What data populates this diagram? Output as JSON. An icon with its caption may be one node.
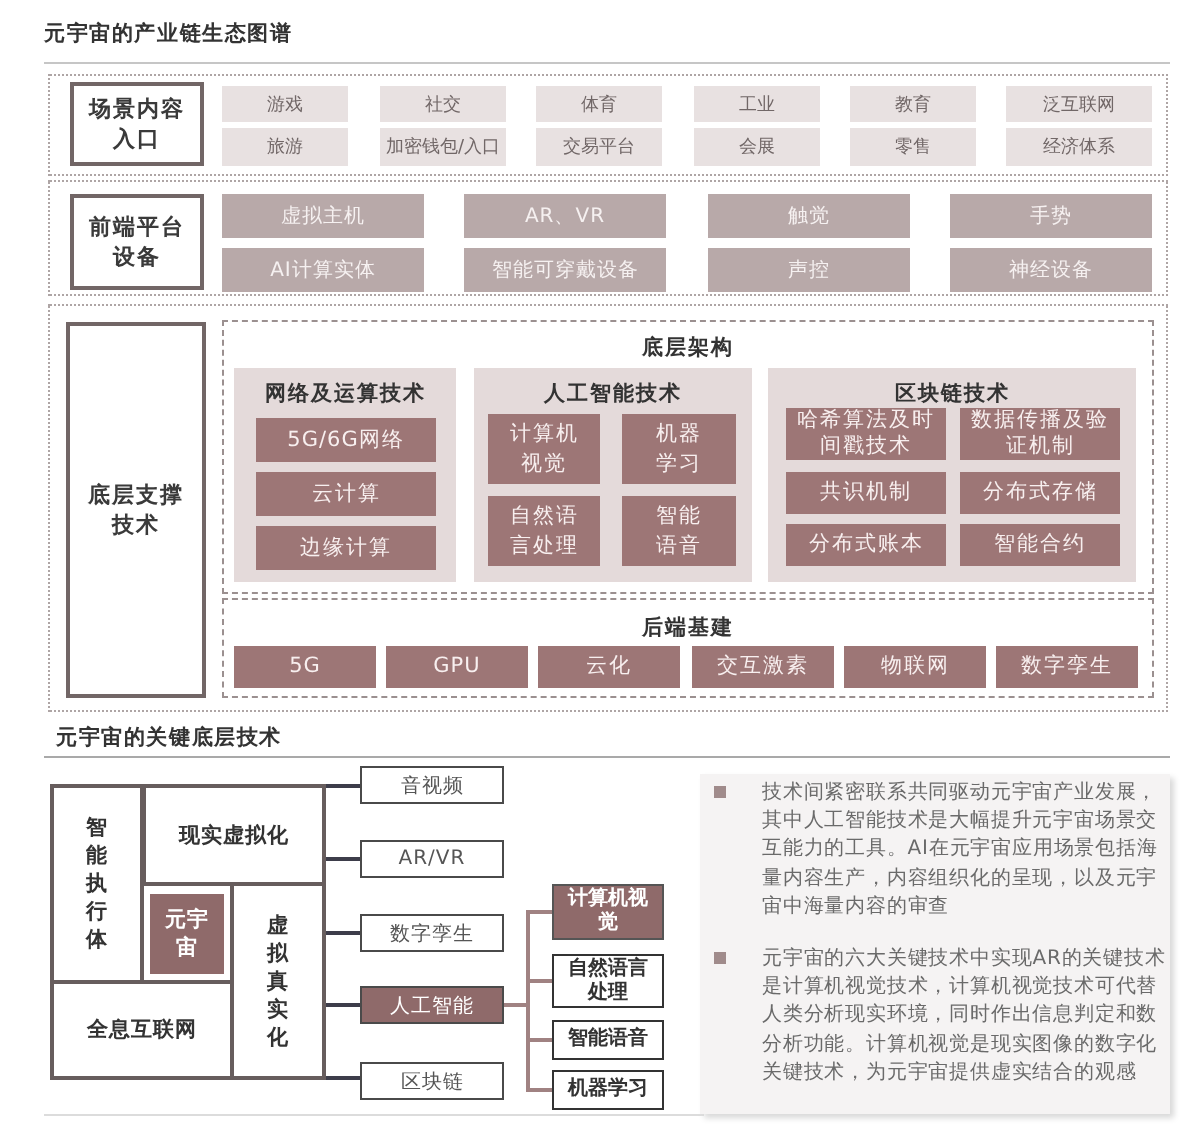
{
  "diagram": {
    "title": "元宇宙的产业链生态图谱",
    "nodes": [
      {
        "text": [
          "场景内容入口"
        ]
      },
      {
        "text": [
          "游戏"
        ]
      },
      {
        "text": [
          "社交"
        ]
      },
      {
        "text": [
          "体育"
        ]
      },
      {
        "text": [
          "工业"
        ]
      },
      {
        "text": [
          "教育"
        ]
      },
      {
        "text": [
          "泛互联网"
        ]
      },
      {
        "text": [
          "旅游"
        ]
      },
      {
        "text": [
          "加密钱包/入口"
        ]
      },
      {
        "text": [
          "交易平台"
        ]
      },
      {
        "text": [
          "会展"
        ]
      },
      {
        "text": [
          "零售"
        ]
      },
      {
        "text": [
          "经济体系"
        ]
      },
      {
        "text": [
          "前端平台设备"
        ]
      },
      {
        "text": [
          "虚拟主机"
        ]
      },
      {
        "text": [
          "AR、VR"
        ]
      },
      {
        "text": [
          "触觉"
        ]
      },
      {
        "text": [
          "手势"
        ]
      },
      {
        "text": [
          "AI计算实体"
        ]
      },
      {
        "text": [
          "智能可穿戴设备"
        ]
      },
      {
        "text": [
          "声控"
        ]
      },
      {
        "text": [
          "神经设备"
        ]
      },
      {
        "text": [
          "底层支撑技术"
        ]
      },
      {
        "text": [
          "底层架构"
        ]
      },
      {
        "text": [
          "网络及运算技术"
        ],
        "in": 23
      },
      {
        "text": [
          "5G/6G网络"
        ],
        "in": 24
      },
      {
        "text": [
          "云计算"
        ],
        "in": 24
      },
      {
        "text": [
          "边缘计算"
        ],
        "in": 24
      },
      {
        "text": [
          "人工智能技术"
        ],
        "in": 23
      },
      {
        "text": [
          "计算机视觉"
        ],
        "in": 28
      },
      {
        "text": [
          "机器学习"
        ],
        "in": 28
      },
      {
        "text": [
          "自然语言处理"
        ],
        "in": 28
      },
      {
        "text": [
          "智能语音"
        ],
        "in": 28
      },
      {
        "text": [
          "区块链技术"
        ],
        "in": 23
      },
      {
        "text": [
          "哈希算法及时间戳技术"
        ],
        "in": 33
      },
      {
        "text": [
          "数据传播及验证机制"
        ],
        "in": 33
      },
      {
        "text": [
          "共识机制"
        ],
        "in": 33
      },
      {
        "text": [
          "分布式存储"
        ],
        "in": 33
      },
      {
        "text": [
          "分布式账本"
        ],
        "in": 33
      },
      {
        "text": [
          "智能合约"
        ],
        "in": 33
      },
      {
        "text": [
          "后端基建"
        ]
      },
      {
        "text": [
          "5G"
        ],
        "in": 40
      },
      {
        "text": [
          "GPU"
        ],
        "in": 40
      },
      {
        "text": [
          "云化"
        ],
        "in": 40
      },
      {
        "text": [
          "交互激素"
        ],
        "in": 40
      },
      {
        "text": [
          "物联网"
        ],
        "in": 40
      },
      {
        "text": [
          "数字孪生"
        ],
        "in": 40
      },
      {
        "text": [
          "智能执行体"
        ]
      },
      {
        "text": [
          "现实虚拟化"
        ]
      },
      {
        "text": [
          "元宇宙"
        ]
      },
      {
        "text": [
          "虚拟真实化"
        ]
      },
      {
        "text": [
          "全息互联网"
        ]
      },
      {
        "text": [
          "音视频"
        ]
      },
      {
        "text": [
          "AR/VR"
        ]
      },
      {
        "text": [
          "数字孪生"
        ]
      },
      {
        "text": [
          "人工智能"
        ]
      },
      {
        "text": [
          "区块链"
        ]
      },
      {
        "text": [
          "计算机视觉"
        ]
      },
      {
        "text": [
          "自然语言处理"
        ]
      },
      {
        "text": [
          "智能语音"
        ]
      },
      {
        "text": [
          "机器学习"
        ]
      },
      {
        "text": [
          "技术间紧密联系共同驱动元宇宙产业发展，其中人工智能技术是大幅提升元宇宙场景交互能力的工具。AI在元宇宙应用场景包括海量内容生产，内容组织化的呈现，以及元宇宙中海量内容的审查",
          "元宇宙的六大关键技术中实现AR的关键技术是计算机视觉技术，计算机视觉技术可代替人类分析现实环境，同时作出信息判定和数分析功能。计算机视觉是现实图像的数字化关键技术，为元宇宙提供虚实结合的观感"
        ]
      }
    ],
    "edges": [
      {
        "from": 48,
        "to": 52,
        "arrow": "none"
      },
      {
        "from": 48,
        "to": 53,
        "arrow": "none"
      },
      {
        "from": 50,
        "to": 54,
        "arrow": "none"
      },
      {
        "from": 50,
        "to": 55,
        "arrow": "none"
      },
      {
        "from": 50,
        "to": 56,
        "arrow": "none"
      },
      {
        "from": 55,
        "to": 57,
        "arrow": "none",
        "color": "#a08282"
      },
      {
        "from": 55,
        "to": 58,
        "arrow": "none",
        "color": "#a08282"
      },
      {
        "from": 55,
        "to": 59,
        "arrow": "none",
        "color": "#a08282"
      },
      {
        "from": 55,
        "to": 60,
        "arrow": "none",
        "color": "#a08282"
      }
    ],
    "labels": [
      "元宇宙的关键底层技术"
    ]
  }
}
